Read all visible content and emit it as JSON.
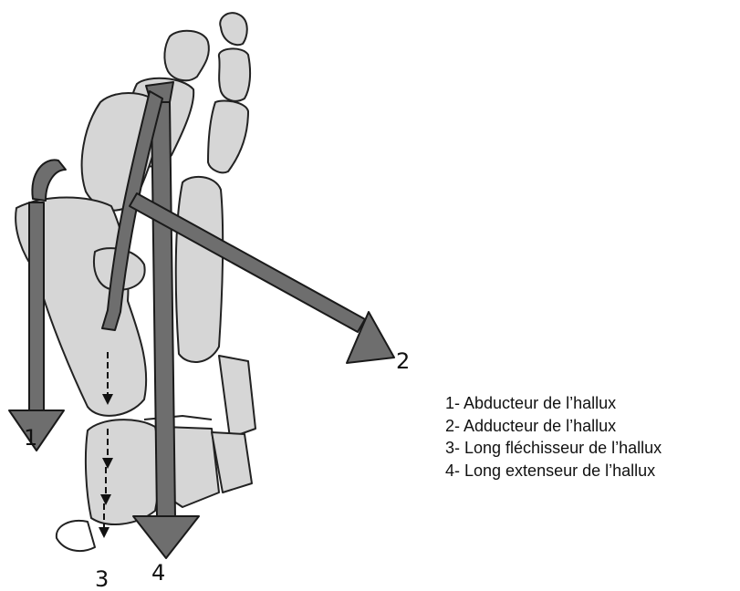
{
  "markers": [
    "1",
    "2",
    "3",
    "4"
  ],
  "legend": [
    "1- Abducteur de l’hallux",
    "2- Adducteur de l’hallux",
    "3- Long fléchisseur de l’hallux",
    "4- Long extenseur de l’hallux"
  ],
  "colors": {
    "bone": "#d6d6d6",
    "bone_outline": "#222222",
    "muscle_arrow": "#6e6e6e",
    "arrow_outline": "#1a1a1a"
  }
}
